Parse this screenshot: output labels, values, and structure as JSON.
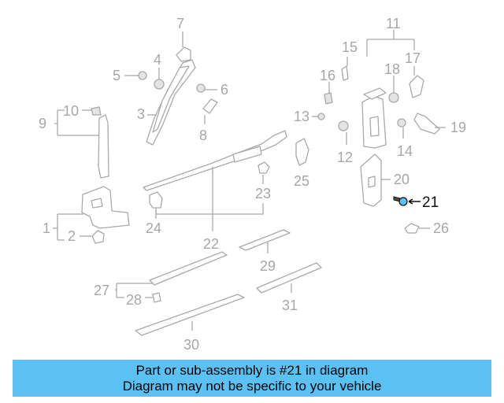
{
  "diagram": {
    "callouts": [
      "1",
      "2",
      "3",
      "4",
      "5",
      "6",
      "7",
      "8",
      "9",
      "10",
      "11",
      "12",
      "13",
      "14",
      "15",
      "16",
      "17",
      "18",
      "19",
      "20",
      "21",
      "22",
      "23",
      "24",
      "25",
      "26",
      "27",
      "28",
      "29",
      "30",
      "31"
    ],
    "highlighted_part": "21",
    "highlight_color": "#5bc1f2"
  },
  "banner": {
    "line1": "Part or sub-assembly is #21 in diagram",
    "line2": "Diagram may not be specific to your vehicle"
  }
}
